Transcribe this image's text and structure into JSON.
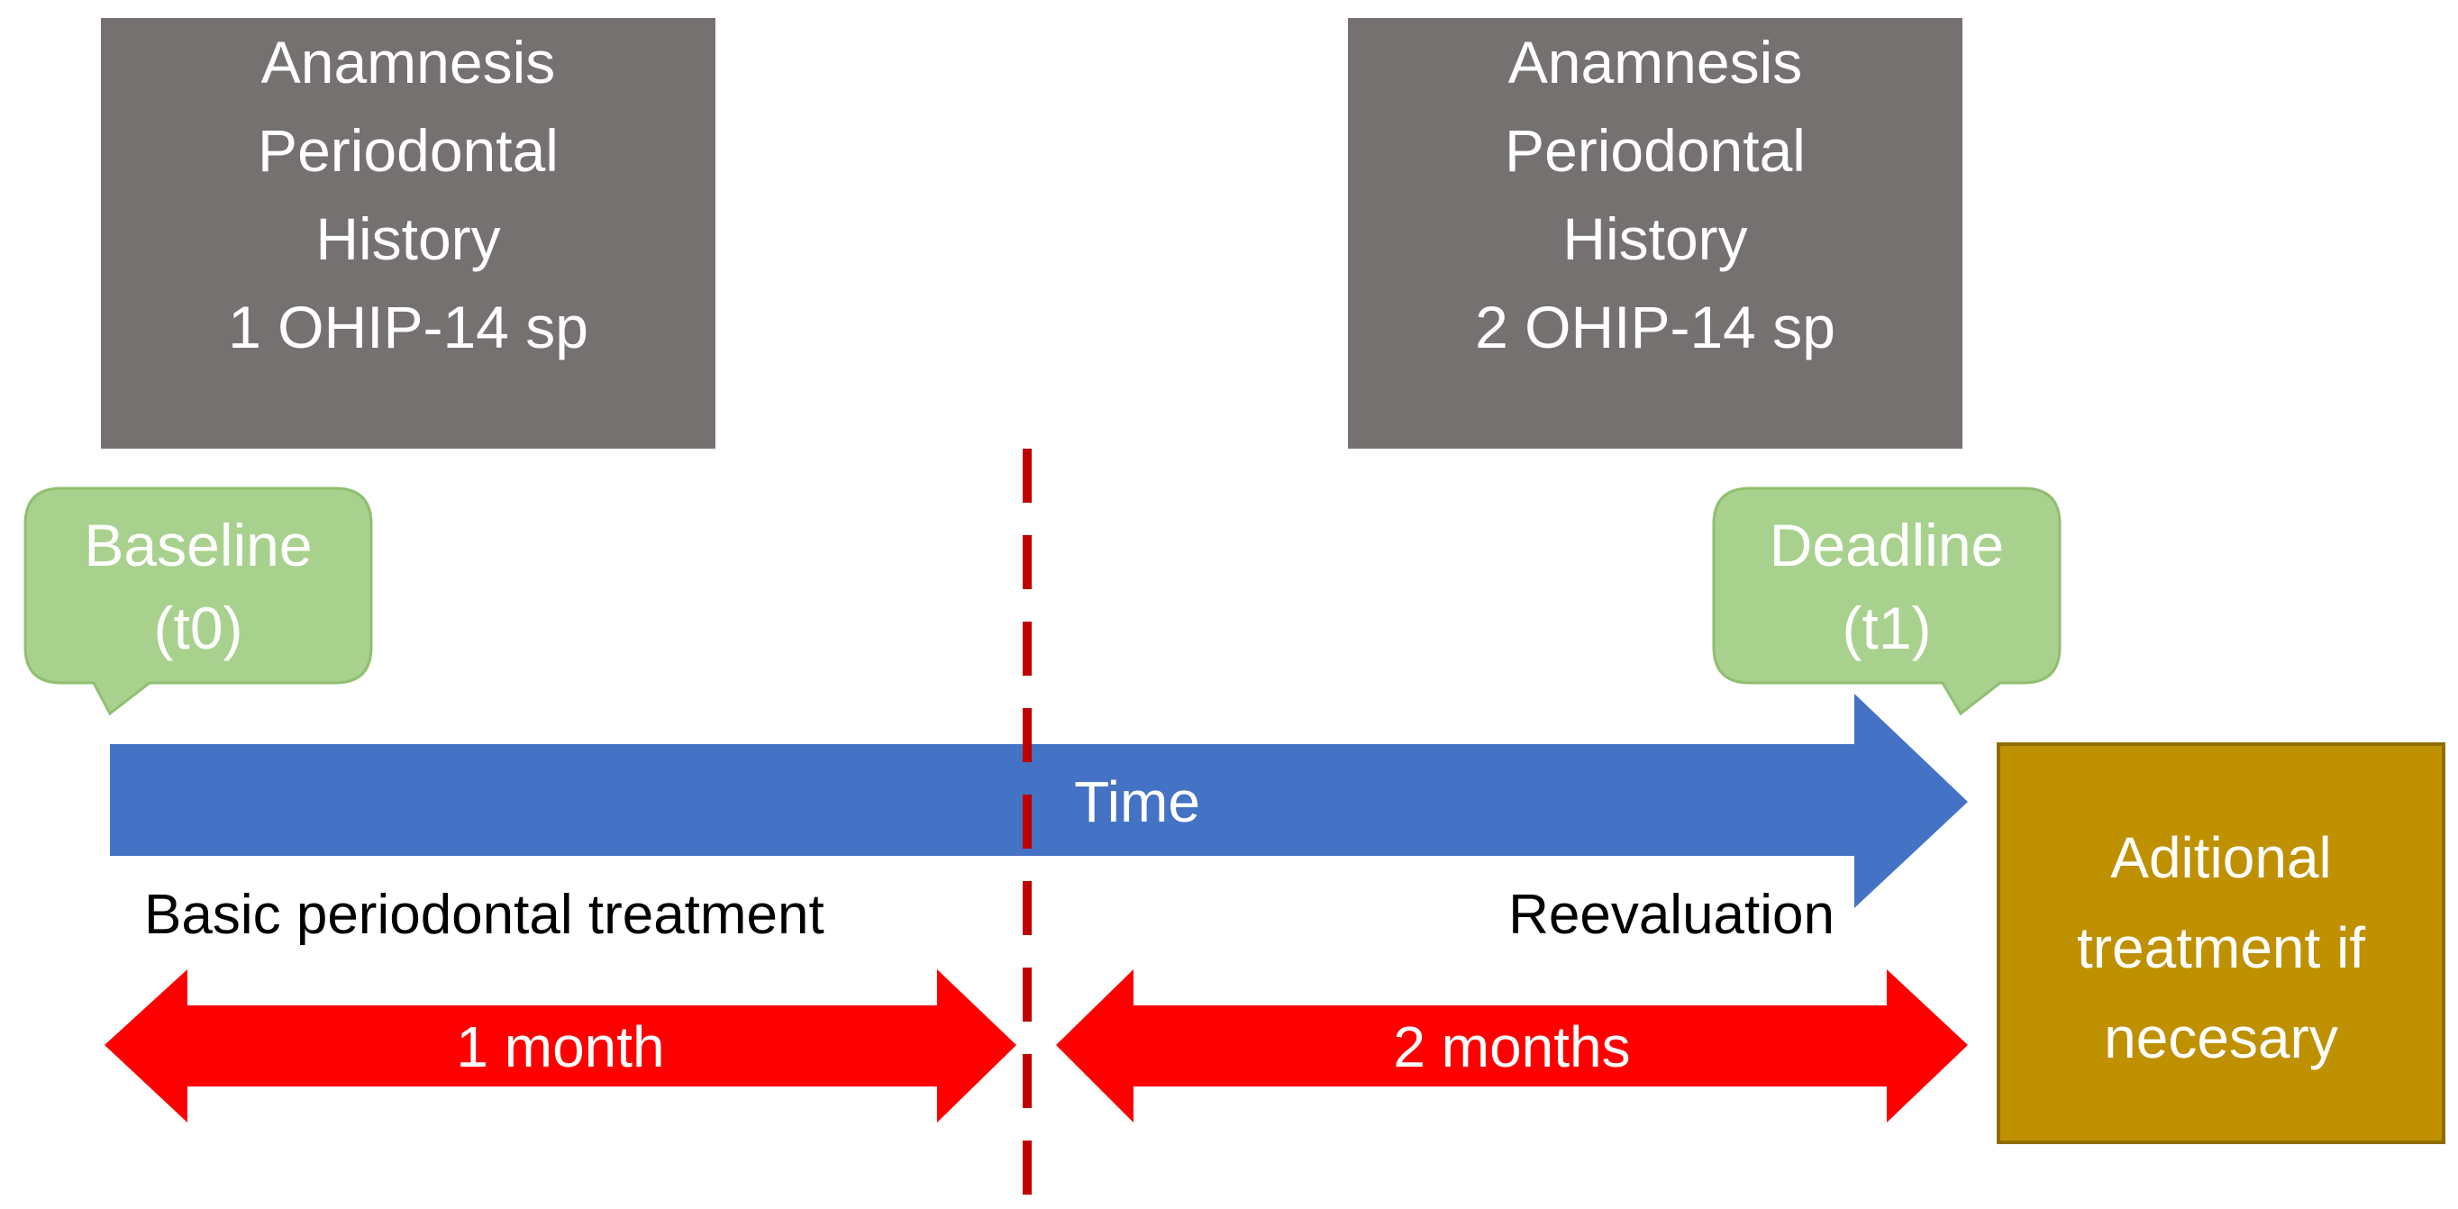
{
  "colors": {
    "gray_box": "#767171",
    "callout_fill": "#a9d18e",
    "callout_stroke": "#8fbf70",
    "time_arrow": "#4472c4",
    "duration_arrow": "#ff0000",
    "divider": "#c00000",
    "gold_box": "#bf9000",
    "gold_box_stroke": "#8f6d00"
  },
  "top_boxes": [
    {
      "lines": [
        "Anamnesis",
        "Periodontal",
        "History",
        "1 OHIP-14 sp"
      ]
    },
    {
      "lines": [
        "Anamnesis",
        "Periodontal",
        "History",
        "2 OHIP-14 sp"
      ]
    }
  ],
  "callouts": {
    "baseline": {
      "line1": "Baseline",
      "line2": "(t0)"
    },
    "deadline": {
      "line1": "Deadline",
      "line2": "(t1)"
    }
  },
  "time_arrow": {
    "label": "Time"
  },
  "phase_labels": {
    "left": "Basic periodontal treatment",
    "right": "Reevaluation"
  },
  "duration_arrows": {
    "first": "1 month",
    "second": "2 months"
  },
  "final_box": {
    "lines": [
      "Aditional",
      "treatment if",
      "necesary"
    ]
  }
}
